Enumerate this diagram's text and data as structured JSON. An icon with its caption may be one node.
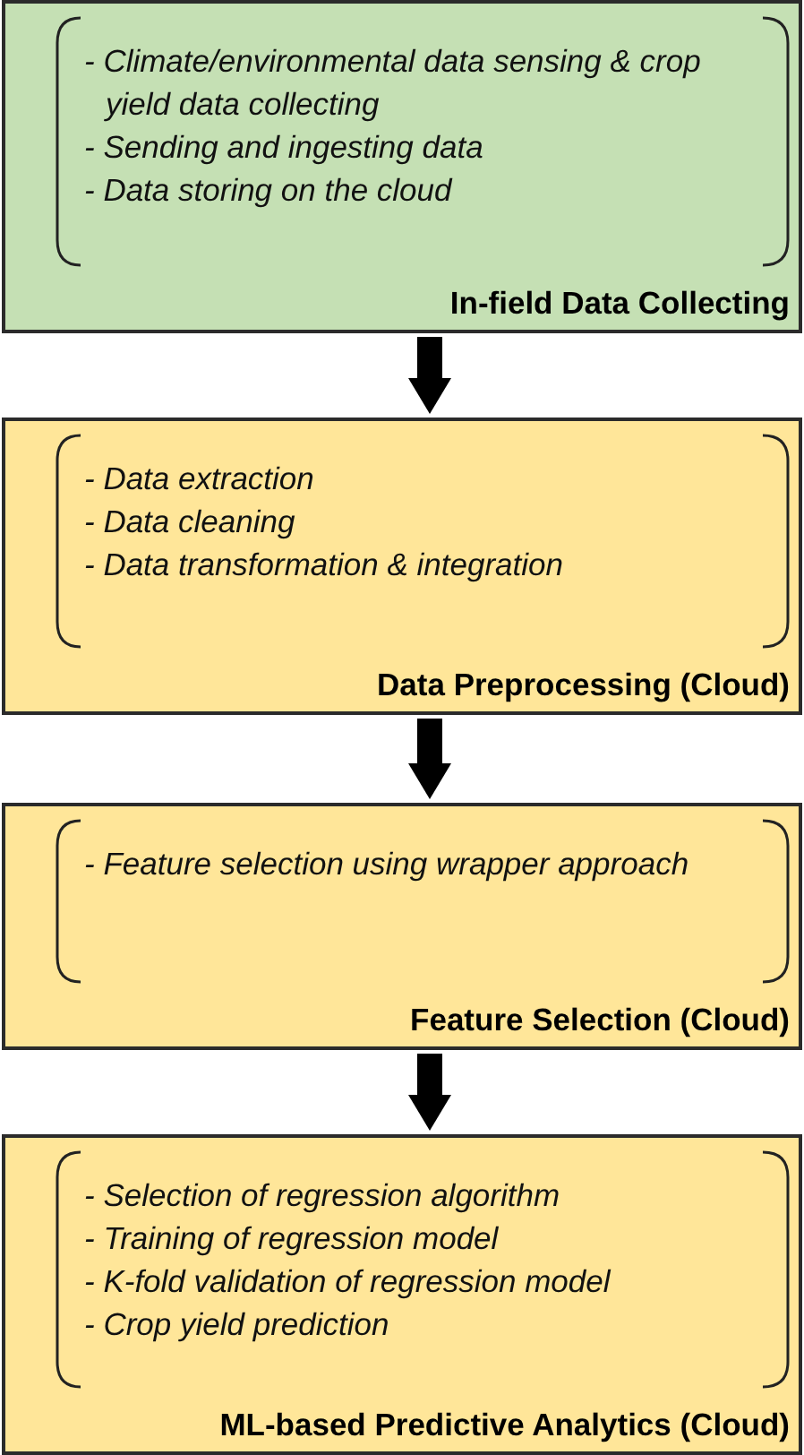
{
  "diagram": {
    "nodes": [
      {
        "text": [
          "- Climate/environmental data sensing & crop yield data collecting",
          "- Sending and ingesting data",
          "- Data storing on the cloud",
          "In-field Data Collecting"
        ]
      },
      {
        "text": [
          "- Data extraction",
          "- Data cleaning",
          "- Data transformation & integration",
          "Data Preprocessing (Cloud)"
        ]
      },
      {
        "text": [
          "- Feature selection using wrapper approach",
          "Feature Selection (Cloud)"
        ]
      },
      {
        "text": [
          "- Selection of regression algorithm",
          "- Training of regression model",
          "- K-fold validation of regression model",
          "- Crop yield prediction",
          "ML-based Predictive Analytics (Cloud)"
        ]
      }
    ],
    "edges": [
      {
        "from": 0,
        "to": 1,
        "arrow": "to"
      },
      {
        "from": 1,
        "to": 2,
        "arrow": "to"
      },
      {
        "from": 2,
        "to": 3,
        "arrow": "to"
      }
    ]
  }
}
